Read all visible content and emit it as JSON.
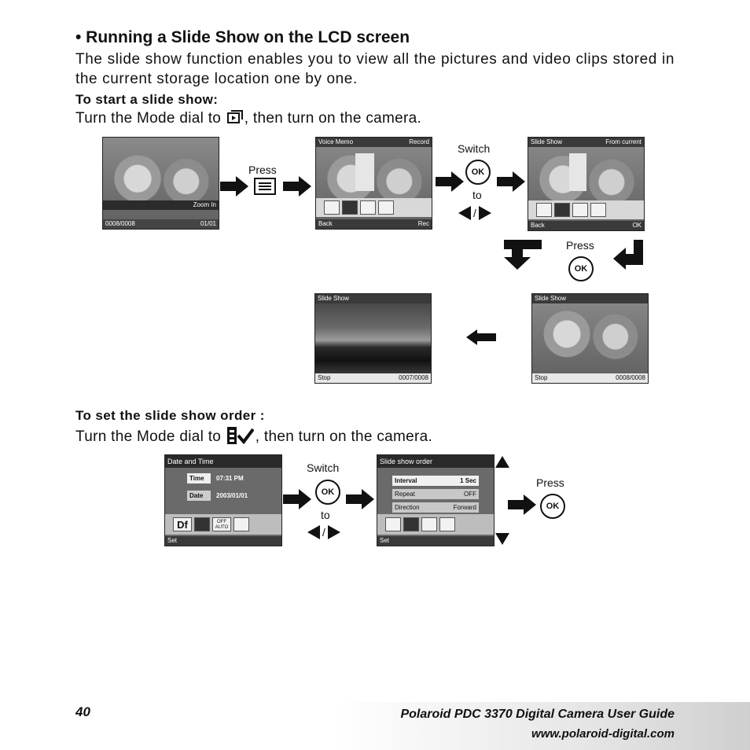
{
  "section": {
    "title": "• Running a Slide Show on the LCD screen",
    "intro": "The slide show function enables you to view all the pictures and video clips stored in the current storage location one by one.",
    "start_heading": "To start a slide show:",
    "start_text_before": "Turn the Mode dial to",
    "start_text_after": ", then turn on the camera.",
    "order_heading": "To set the slide show order :",
    "order_text_before": "Turn the Mode dial to",
    "order_text_after": ", then turn on the camera."
  },
  "flow1": {
    "screen1": {
      "zoom_label": "Zoom In",
      "counter": "0008/0008",
      "page": "01/01"
    },
    "press1": "Press",
    "screen2": {
      "left_title": "Voice Memo",
      "right_title": "Record",
      "back": "Back",
      "rec": "Rec"
    },
    "switch_label": "Switch",
    "to_label": "to",
    "slash": "/",
    "screen3": {
      "left_title": "Slide Show",
      "right_title": "From current",
      "back": "Back"
    },
    "press2": "Press",
    "screen4": {
      "title": "Slide Show",
      "stop": "Stop",
      "counter": "0008/0008"
    },
    "screen5": {
      "title": "Slide Show",
      "stop": "Stop",
      "counter": "0007/0008"
    }
  },
  "flow2": {
    "screen1": {
      "title": "Date and Time",
      "time_label": "Time",
      "time_value": "07:31 PM",
      "date_label": "Date",
      "date_value": "2003/01/01",
      "set": "Set",
      "df": "Df",
      "off": "OFF",
      "auto": "AUTO"
    },
    "switch_label": "Switch",
    "to_label": "to",
    "slash": "/",
    "screen2": {
      "title": "Slide show order",
      "rows": [
        {
          "label": "Interval",
          "value": "1 Sec"
        },
        {
          "label": "Repeat",
          "value": "OFF"
        },
        {
          "label": "Direction",
          "value": "Forward"
        }
      ],
      "set": "Set"
    },
    "press": "Press"
  },
  "ok_text": "OK",
  "footer": {
    "page_number": "40",
    "guide_title": "Polaroid PDC 3370 Digital Camera User Guide",
    "website": "www.polaroid-digital.com"
  }
}
